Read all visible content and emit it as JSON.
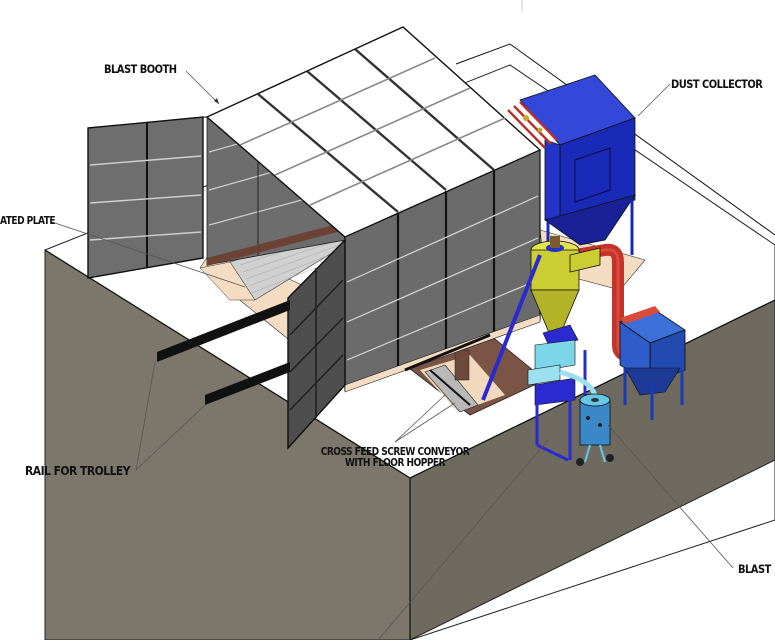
{
  "drawing": {
    "title": "Blast Booth Plant Layout (Isometric)",
    "colors": {
      "background": "#ffffff",
      "floor_top": "#ffffff",
      "slab_side": "#7a7468",
      "booth_panel": "#6b6b6b",
      "booth_roof": "#ffffff",
      "frame": "#222222",
      "dust_collector": "#2233cc",
      "cyclone": "#cccc33",
      "duct": "#cc3322",
      "pot": "#4aa0d8",
      "hopper_stand": "#2a2ad0",
      "foundation_pad": "#f5dcc0",
      "pit_wall": "#6e4a3c",
      "rail": "#111111"
    }
  },
  "labels": {
    "blast_booth": "BLAST BOOTH",
    "dust_collector": "DUST COLLECTOR",
    "perforated_plate": "ATED PLATE",
    "cross_feed_line1": "CROSS FEED SCREW CONVEYOR",
    "cross_feed_line2": "WITH FLOOR HOPPER",
    "rail_for_trolley": "RAIL FOR TROLLEY",
    "blast_pot": "BLAST"
  }
}
